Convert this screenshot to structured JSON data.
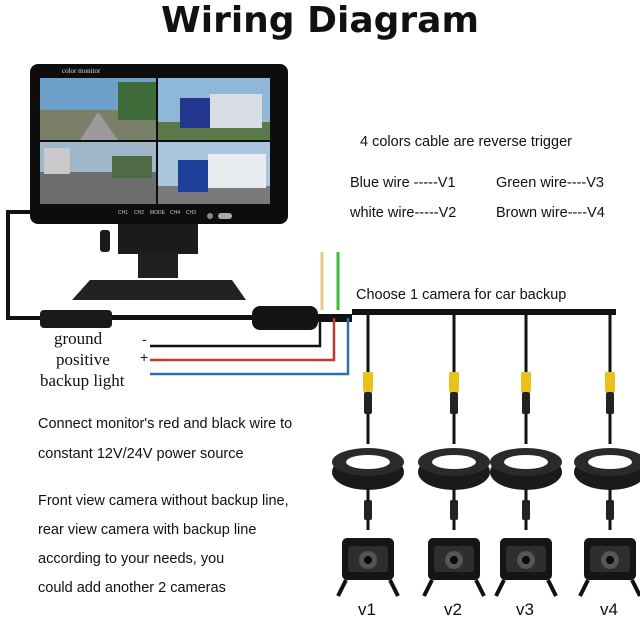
{
  "title": "Wiring Diagram",
  "monitor": {
    "brand_label": "color monitor",
    "button_labels": [
      "CH1",
      "CH2",
      "MODE",
      "CH4",
      "CH3"
    ]
  },
  "trigger_info": {
    "heading": "4 colors cable are reverse trigger",
    "blue": "Blue wire -----V1",
    "green": "Green wire----V3",
    "white": "white wire-----V2",
    "brown": "Brown wire----V4"
  },
  "choose_text": "Choose 1 camera for car backup",
  "power_wires": {
    "ground": "ground",
    "ground_sign": "-",
    "positive": "positive",
    "positive_sign": "+",
    "backup": "backup light"
  },
  "notes": {
    "power_1": "Connect monitor's red and black wire to",
    "power_2": "constant 12V/24V power source",
    "cam_1": "Front view camera without backup line,",
    "cam_2": "rear view camera with backup line",
    "cam_3": "according to your needs, you",
    "cam_4": "could add another 2 cameras"
  },
  "cameras": [
    {
      "label": "v1"
    },
    {
      "label": "v2"
    },
    {
      "label": "v3"
    },
    {
      "label": "v4"
    }
  ],
  "colors": {
    "cable": "#111111",
    "connector_yellow": "#e8c21a",
    "wire_red": "#c0392b",
    "wire_blue": "#2e6fb0",
    "wire_green": "#3cbf3c",
    "wire_tan": "#e8c98a"
  }
}
